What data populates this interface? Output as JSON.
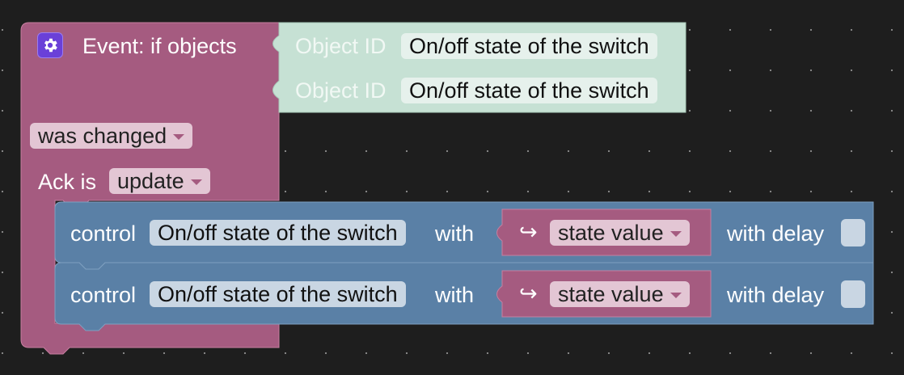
{
  "event": {
    "title": "Event: if objects",
    "gear_icon": "gear-icon",
    "object_id_label_1": "Object ID",
    "object_value_1": "On/off state of the switch",
    "object_id_label_2": "Object ID",
    "object_value_2": "On/off state of the switch",
    "trigger_value": "was changed",
    "ack_label": "Ack is",
    "ack_value": "update"
  },
  "controls": [
    {
      "label": "control",
      "object": "On/off state of the switch",
      "with_label": "with",
      "value_icon": "return-arrow-icon",
      "value": "state value",
      "delay_label": "with delay"
    },
    {
      "label": "control",
      "object": "On/off state of the switch",
      "with_label": "with",
      "value_icon": "return-arrow-icon",
      "value": "state value",
      "delay_label": "with delay"
    }
  ],
  "colors": {
    "event_block": "#a55b80",
    "object_block": "#c6e1d4",
    "control_block": "#5a80a6",
    "gear_badge": "#6a40d8",
    "background": "#1e1e1e"
  }
}
